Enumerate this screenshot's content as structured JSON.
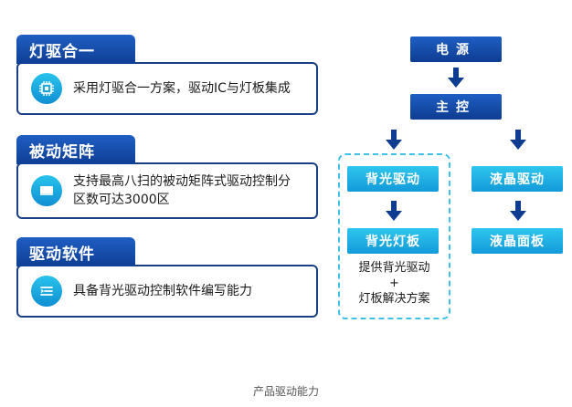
{
  "features": [
    {
      "title": "灯驱合一",
      "desc": "采用灯驱合一方案，驱动IC与灯板集成",
      "icon": "chip-icon"
    },
    {
      "title": "被动矩阵",
      "desc_lines": [
        "支持最高八扫的被动矩阵式驱动控制分",
        "区数可达3000区"
      ],
      "icon": "panel-icon"
    },
    {
      "title": "驱动软件",
      "desc": "具备背光驱动控制软件编写能力",
      "icon": "list-icon"
    }
  ],
  "flow": {
    "power": "电源",
    "main_control": "主控",
    "backlight_driver": "背光驱动",
    "backlight_board": "背光灯板",
    "lcd_driver": "液晶驱动",
    "lcd_panel": "液晶面板",
    "note_lines": [
      "提供背光驱动",
      "+",
      "灯板解决方案"
    ]
  },
  "caption": "产品驱动能力",
  "colors": {
    "dark_blue": "#0e3c91",
    "light_blue": "#129ad9",
    "dashed": "#3fc0e6"
  }
}
